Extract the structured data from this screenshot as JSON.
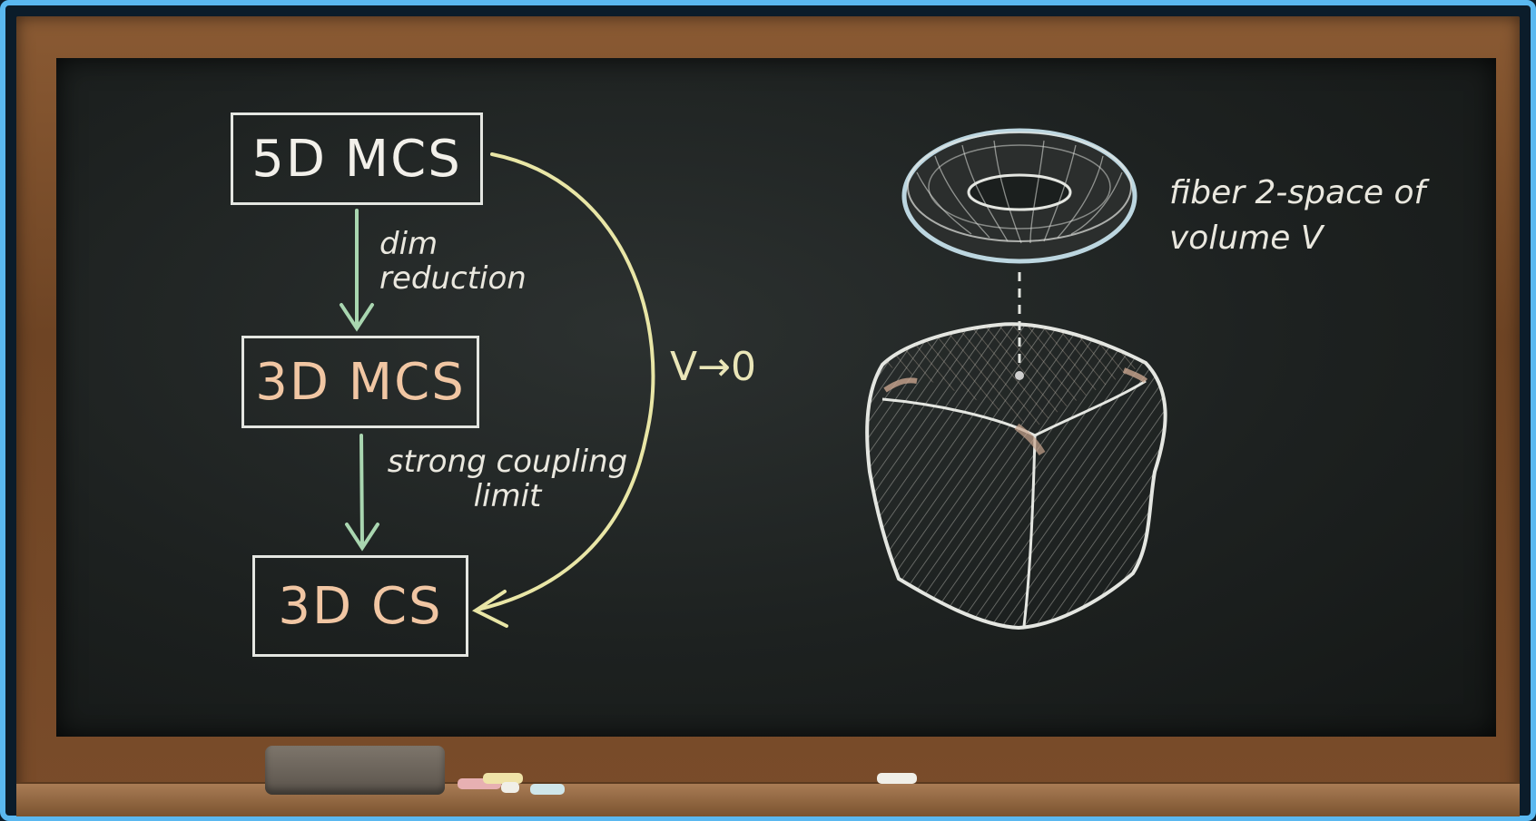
{
  "boxes": {
    "top": "5D MCS",
    "middle": "3D MCS",
    "bottom": "3D CS"
  },
  "arrows": {
    "first": "dim reduction",
    "second": "strong coupling limit",
    "curved": "V→0"
  },
  "fiber_note": "fiber 2-space of volume V",
  "colors": {
    "chalk_white": "#e4e6e1",
    "chalk_orange": "#f1c6a3",
    "chalk_green": "#a9d6b0",
    "chalk_yellow": "#e9e6a6",
    "board": "#1d2120",
    "frame": "#7a4c2a",
    "border_accent": "#5ab8f0"
  }
}
